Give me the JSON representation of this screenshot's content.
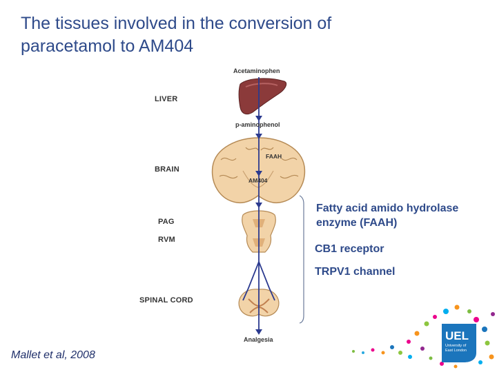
{
  "title": {
    "line1": "The tissues involved in the conversion of",
    "line2": "paracetamol to AM404"
  },
  "regions": {
    "liver": "LIVER",
    "brain": "BRAIN",
    "pag": "PAG",
    "rvm": "RVM",
    "spinal_cord": "SPINAL CORD"
  },
  "compounds": {
    "acetaminophen": "Acetaminophen",
    "p_aminophenol": "p-aminophenol",
    "faah": "FAAH",
    "am404": "AM404",
    "analgesia": "Analgesia"
  },
  "notes": {
    "faah_line1": "Fatty acid amido hydrolase",
    "faah_line2": "enzyme (FAAH)",
    "cb1": "CB1 receptor",
    "trpv1": "TRPV1 channel"
  },
  "citation": "Mallet et al, 2008",
  "logo": {
    "brand": "UEL",
    "sub1": "University of",
    "sub2": "East London"
  },
  "colors": {
    "title": "#2e4a8a",
    "pathway": "#2b3a8f",
    "liver": "#8b3a3a",
    "tissue": "#f2d3a8",
    "logo": "#1b75bc"
  }
}
